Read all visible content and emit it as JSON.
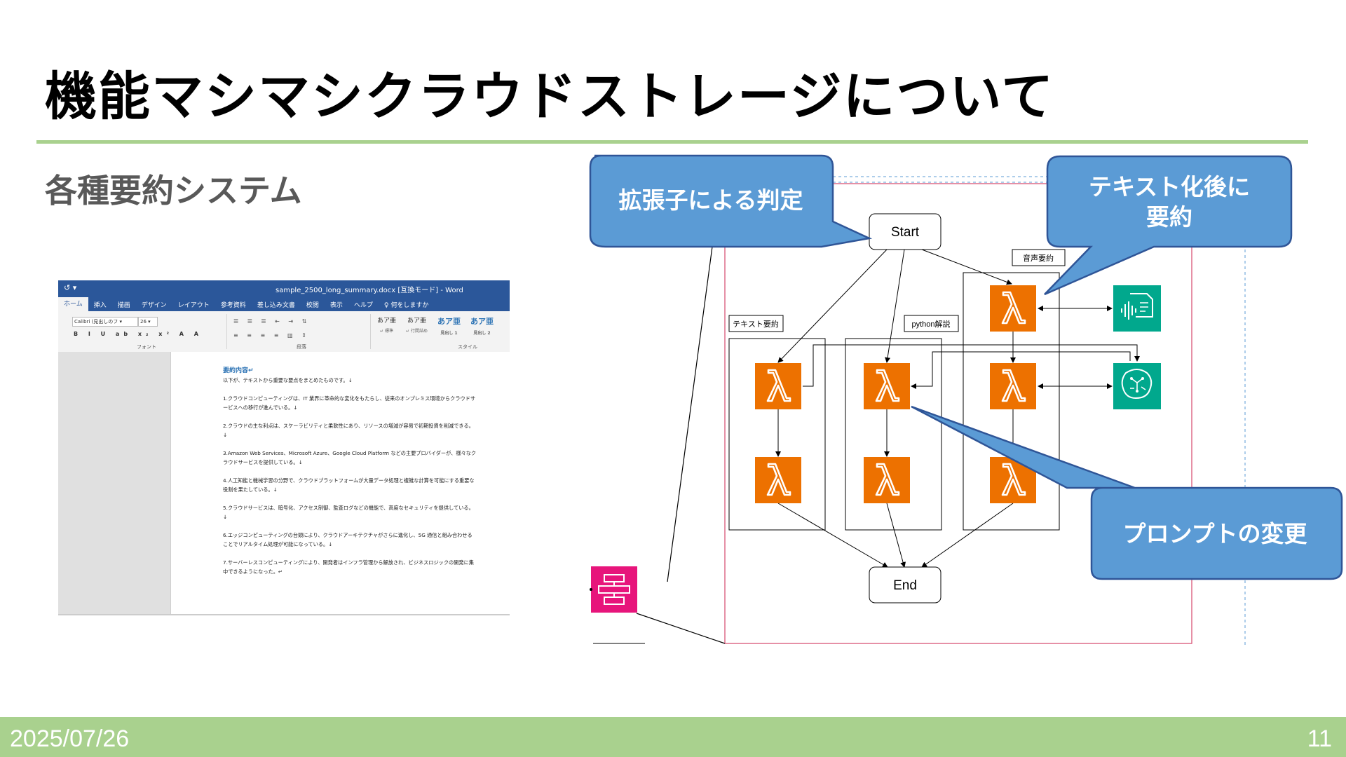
{
  "slide": {
    "title": "機能マシマシクラウドストレージについて",
    "subtitle": "各種要約システム",
    "date": "2025/07/26",
    "page_number": "11",
    "accent_color": "#a9d18e"
  },
  "word": {
    "window_title": "sample_2500_long_summary.docx [互換モード] - Word",
    "quick_access": "↺  ▾",
    "tabs": [
      "ホーム",
      "挿入",
      "描画",
      "デザイン",
      "レイアウト",
      "参考資料",
      "差し込み文書",
      "校閲",
      "表示",
      "ヘルプ",
      "♀ 何をしますか"
    ],
    "font_name": "Calibri (見出しのフ ▾",
    "font_size": "26 ▾",
    "group_font": "フォント",
    "group_paragraph": "段落",
    "group_style": "スタイル",
    "styles": [
      {
        "sample": "あア亜",
        "name": "↵ 標準"
      },
      {
        "sample": "あア亜",
        "name": "↵ 行間詰め"
      },
      {
        "sample": "あア亜",
        "name": "見出し 1"
      },
      {
        "sample": "あア亜",
        "name": "見出し 2"
      }
    ],
    "doc_heading": "要約内容↵",
    "doc_intro": "以下が、テキストから重要な要点をまとめたものです。↓",
    "doc_items": [
      "1.クラウドコンピューティングは、IT 業界に革命的な変化をもたらし、従来のオンプレミス環境からクラウドサービスへの移行が進んでいる。↓",
      "2.クラウドの主な利点は、スケーラビリティと柔軟性にあり、リソースの増減が容易で初期投資を削減できる。↓",
      "3.Amazon Web Services、Microsoft Azure、Google Cloud Platform などの主要プロバイダーが、様々なクラウドサービスを提供している。↓",
      "4.人工知能と機械学習の分野で、クラウドプラットフォームが大量データ処理と複雑な計算を可能にする重要な役割を果たしている。↓",
      "5.クラウドサービスは、暗号化、アクセス制御、監査ログなどの機能で、高度なセキュリティを提供している。↓",
      "6.エッジコンピューティングの台頭により、クラウドアーキテクチャがさらに進化し、5G 通信と組み合わせることでリアルタイム処理が可能になっている。↓",
      "7.サーバーレスコンピューティングにより、開発者はインフラ管理から解放され、ビジネスロジックの開発に集中できるようになった。↵"
    ]
  },
  "diagram": {
    "start_label": "Start",
    "end_label": "End",
    "group_text": "テキスト要約",
    "group_python": "python解説",
    "group_audio": "音声要約",
    "callout_extension": "拡張子による判定",
    "callout_summary_line1": "テキスト化後に",
    "callout_summary_line2": "要約",
    "callout_prompt": "プロンプトの変更",
    "colors": {
      "lambda": "#ed7100",
      "ai_service": "#01a88d",
      "step_functions": "#e7157b",
      "callout": "#5b9bd5",
      "callout_border": "#2f5597"
    },
    "icons": [
      "lambda-icon",
      "transcribe-icon",
      "bedrock-icon",
      "step-functions-icon"
    ]
  }
}
